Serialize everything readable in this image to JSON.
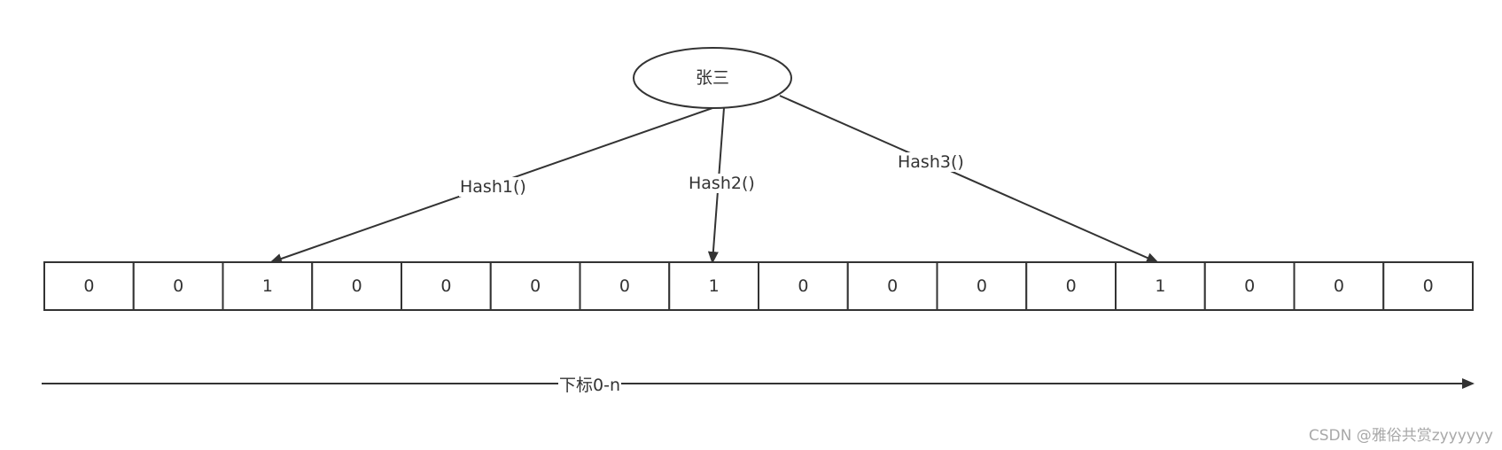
{
  "node": {
    "label": "张三"
  },
  "hash_functions": [
    {
      "label": "Hash1()",
      "target_index": 2
    },
    {
      "label": "Hash2()",
      "target_index": 7
    },
    {
      "label": "Hash3()",
      "target_index": 12
    }
  ],
  "bit_array": [
    "0",
    "0",
    "1",
    "0",
    "0",
    "0",
    "0",
    "1",
    "0",
    "0",
    "0",
    "0",
    "1",
    "0",
    "0",
    "0"
  ],
  "axis": {
    "label": "下标0-n"
  },
  "watermark": "CSDN @雅俗共赏zyyyyyy",
  "colors": {
    "stroke": "#333333",
    "background": "#ffffff",
    "watermark": "#a8a8a8"
  }
}
